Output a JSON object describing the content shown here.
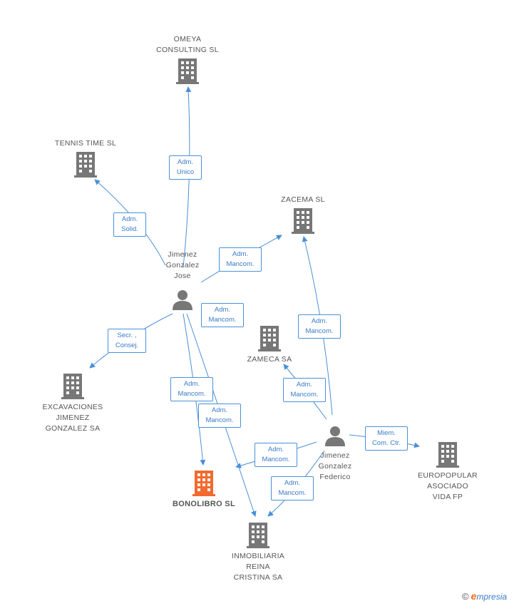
{
  "colors": {
    "building": "#777777",
    "main_building": "#f26a2e",
    "person": "#777777",
    "edge": "#4a90d9"
  },
  "nodes": {
    "omeya": "OMEYA\nCONSULTING SL",
    "tennis": "TENNIS TIME SL",
    "zacema": "ZACEMA SL",
    "zameca": "ZAMECA SA",
    "excavaciones": "EXCAVACIONES\nJIMENEZ\nGONZALEZ SA",
    "bonolibro": "BONOLIBRO SL",
    "inmobiliaria": "INMOBILIARIA\nREINA\nCRISTINA SA",
    "europopular": "EUROPOPULAR\nASOCIADO\nVIDA FP",
    "jose": "Jimenez\nGonzalez\nJose",
    "federico": "Jimenez\nGonzalez\nFederico"
  },
  "edges": {
    "e1": "Adm.\nUnico",
    "e2": "Adm.\nSolid.",
    "e3": "Adm.\nMancom.",
    "e4": "Adm.\nMancom.",
    "e5": "Secr. ,\nConsej.",
    "e6": "Adm.\nMancom.",
    "e7": "Adm.\nMancom.",
    "e8": "Adm.\nMancom.",
    "e9": "Adm.\nMancom.",
    "e10": "Miem.\nCom. Ctr.",
    "e11": "Adm.\nMancom.",
    "e12": "Adm.\nMancom."
  },
  "footer": {
    "copyright": "©",
    "brand_e": "e",
    "brand_rest": "mpresia"
  }
}
